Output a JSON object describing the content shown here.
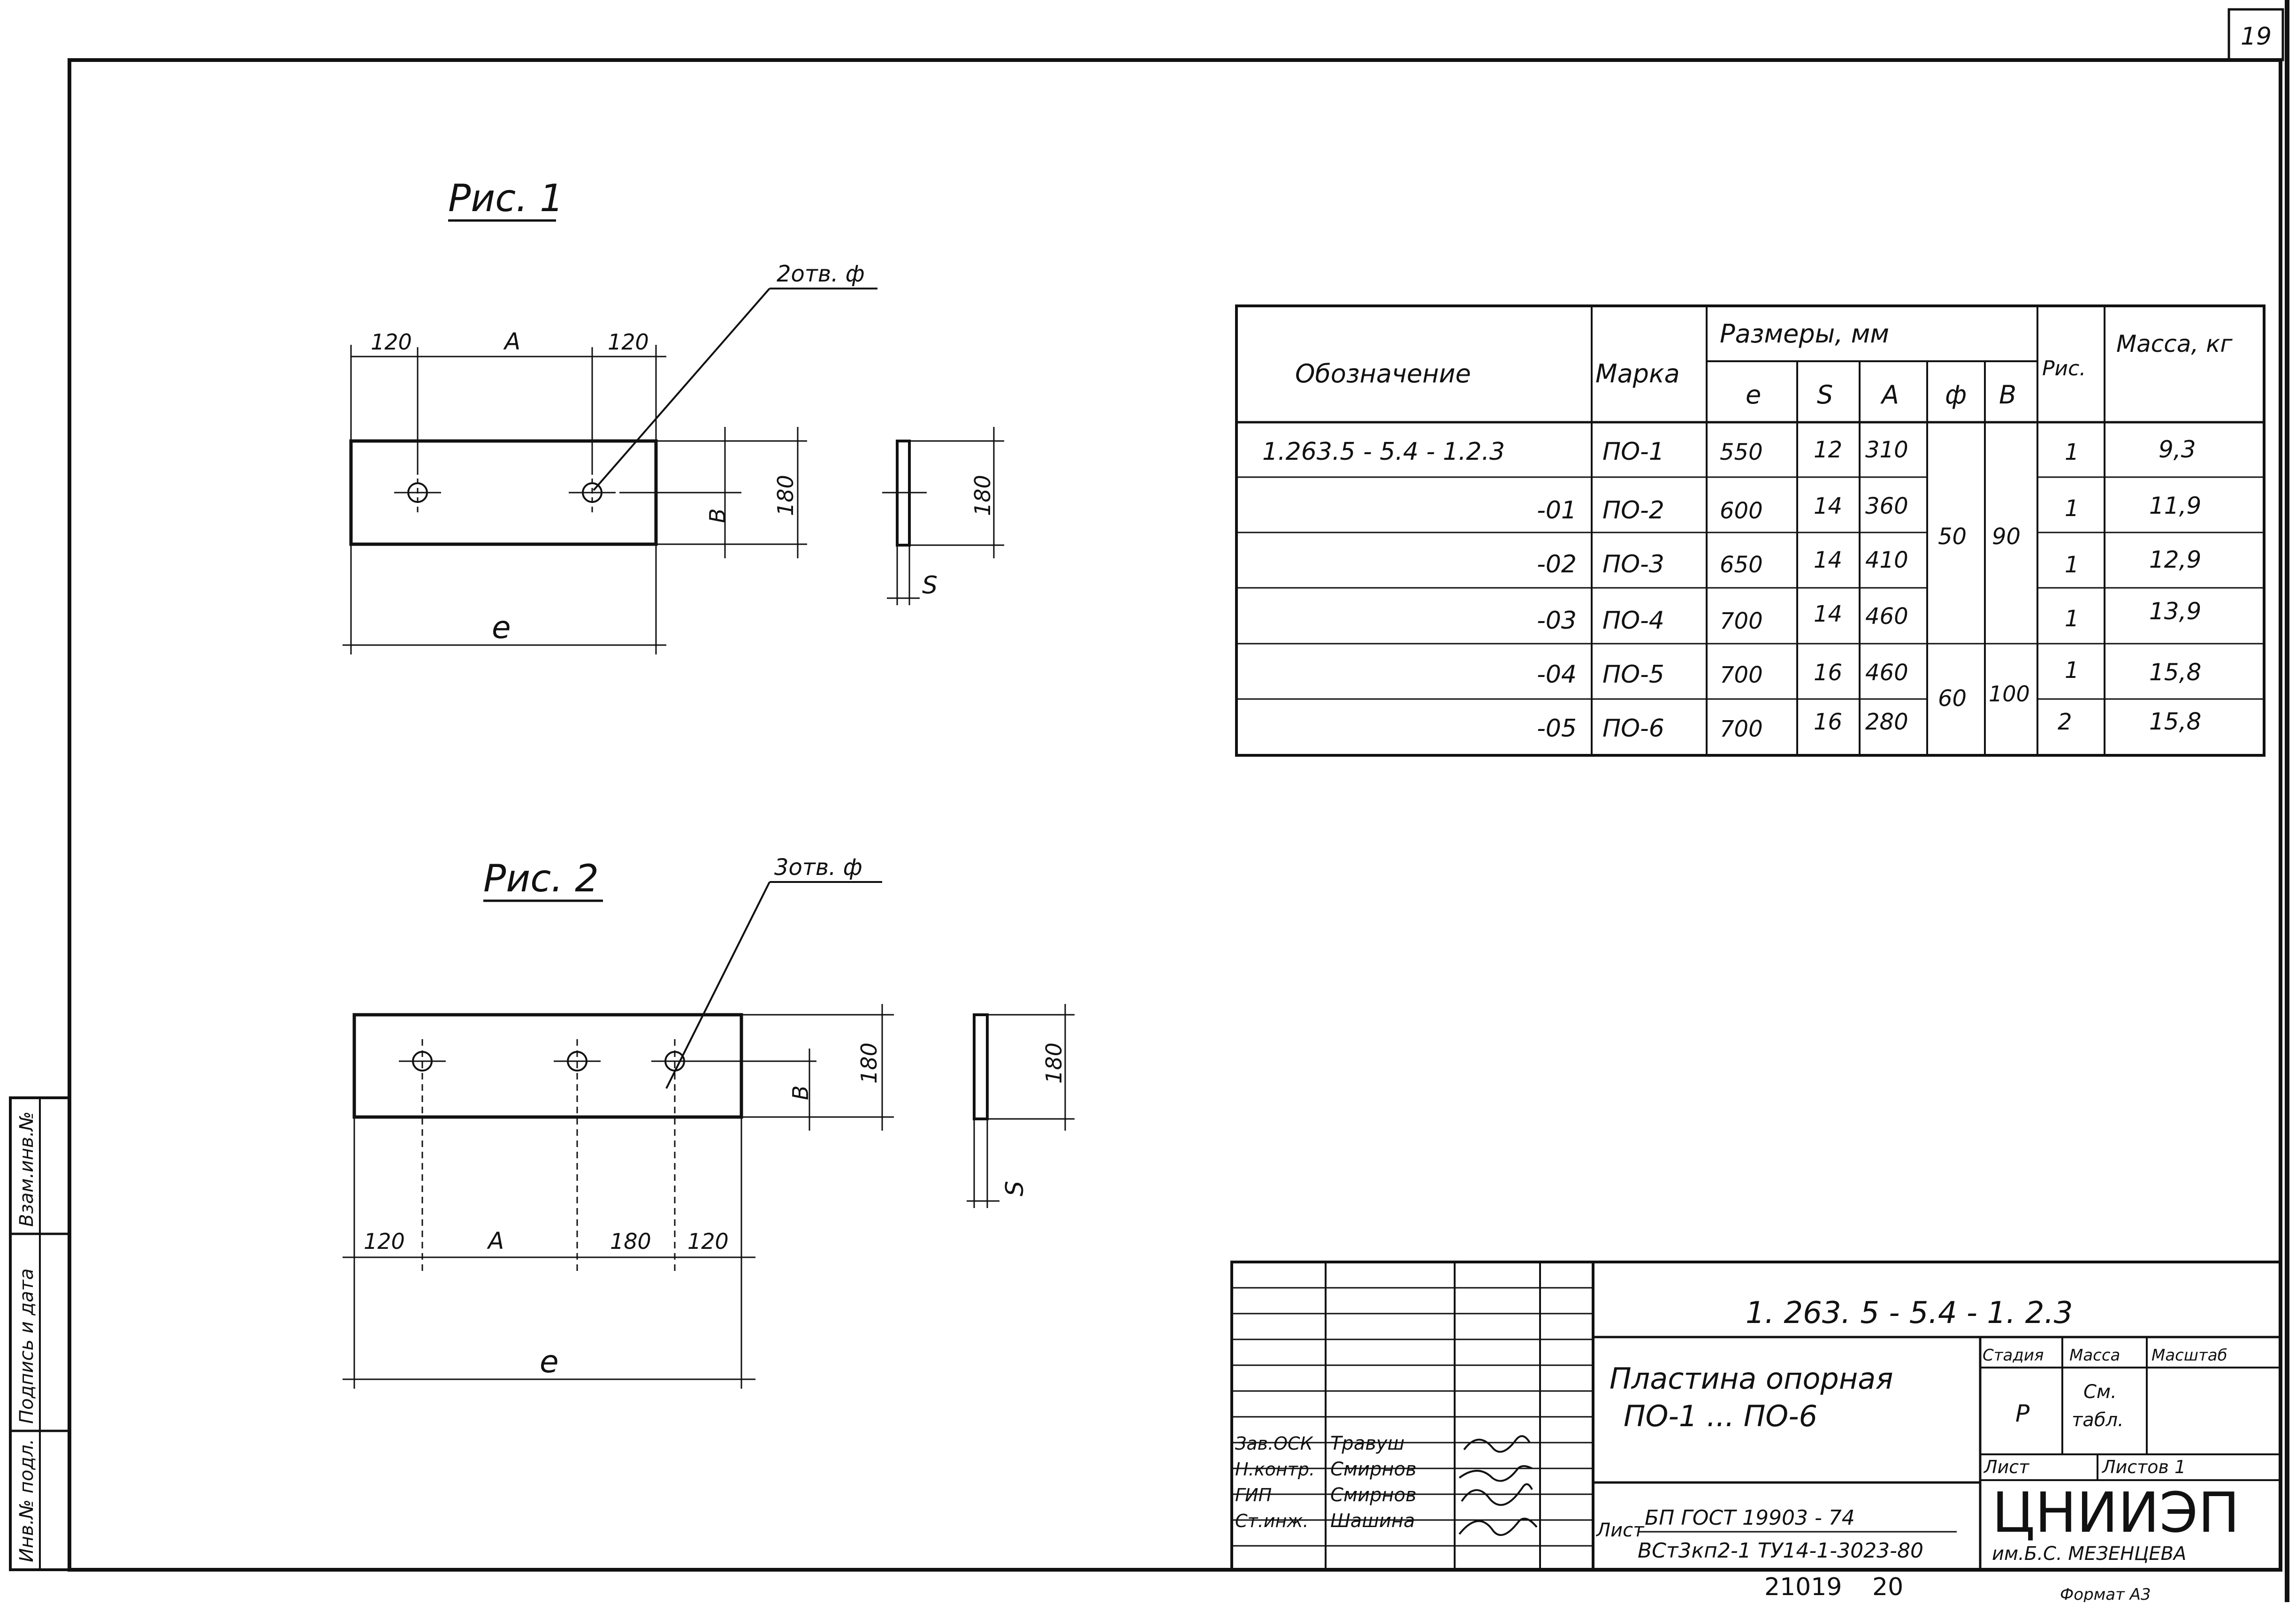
{
  "sheet_number": "19",
  "fig1": {
    "title": "Рис. 1",
    "holes_note": "2отв. ф",
    "dims": {
      "left": "120",
      "middle": "A",
      "right": "120",
      "height": "180",
      "b": "B",
      "length": "e",
      "side_height": "180",
      "thickness": "S"
    }
  },
  "fig2": {
    "title": "Рис. 2",
    "holes_note": "3отв. ф",
    "dims": {
      "left": "120",
      "a": "A",
      "mid": "180",
      "right": "120",
      "height": "180",
      "b": "B",
      "length": "e",
      "side_height": "180",
      "thickness": "S"
    }
  },
  "table": {
    "headers": {
      "designation": "Обозначение",
      "mark": "Марка",
      "sizes": "Размеры, мм",
      "e": "e",
      "s": "S",
      "a": "A",
      "phi": "ф",
      "b": "B",
      "fig": "Рис.",
      "mass": "Масса, кг"
    },
    "rows": [
      {
        "designation": "1.263.5 - 5.4 - 1.2.3",
        "mark": "ПО-1",
        "e": "550",
        "s": "12",
        "a": "310",
        "fig": "1",
        "mass": "9,3"
      },
      {
        "designation": "-01",
        "mark": "ПО-2",
        "e": "600",
        "s": "14",
        "a": "360",
        "fig": "1",
        "mass": "11,9"
      },
      {
        "designation": "-02",
        "mark": "ПО-3",
        "e": "650",
        "s": "14",
        "a": "410",
        "fig": "1",
        "mass": "12,9"
      },
      {
        "designation": "-03",
        "mark": "ПО-4",
        "e": "700",
        "s": "14",
        "a": "460",
        "fig": "1",
        "mass": "13,9"
      },
      {
        "designation": "-04",
        "mark": "ПО-5",
        "e": "700",
        "s": "16",
        "a": "460",
        "fig": "1",
        "mass": "15,8"
      },
      {
        "designation": "-05",
        "mark": "ПО-6",
        "e": "700",
        "s": "16",
        "a": "280",
        "fig": "2",
        "mass": "15,8"
      }
    ],
    "merged": {
      "phi_1": "50",
      "b_1": "90",
      "phi_2": "60",
      "b_2": "100"
    }
  },
  "stamp": {
    "doc_code": "1. 263. 5 - 5.4 - 1. 2.3",
    "title_line1": "Пластина опорная",
    "title_line2": "ПО-1 ... ПО-6",
    "stage_label": "Стадия",
    "mass_label": "Масса",
    "scale_label": "Масштаб",
    "stage_value": "Р",
    "mass_value_1": "См.",
    "mass_value_2": "табл.",
    "sheet_label": "Лист",
    "sheets_label": "Листов 1",
    "material_prefix": "Лист",
    "material_line1": "БП ГОСТ 19903 - 74",
    "material_line2": "ВСт3кп2-1 ТУ14-1-3023-80",
    "org_name": "ЦНИИЭП",
    "org_sub": "им.Б.С. МЕЗЕНЦЕВА",
    "staff": [
      {
        "role": "Зав.ОСК",
        "name": "Травуш"
      },
      {
        "role": "Н.контр.",
        "name": "Смирнов"
      },
      {
        "role": "ГИП",
        "name": "Смирнов"
      },
      {
        "role": "Ст.инж.",
        "name": "Шашина"
      }
    ]
  },
  "side_stamp": {
    "inv_orig": "Инв.№ подл.",
    "sign_date": "Подпись и дата",
    "inv_replace": "Взам.инв.№"
  },
  "bottom_numbers": {
    "left": "21019",
    "right": "20"
  },
  "bottom_stamp": "Формат А3"
}
